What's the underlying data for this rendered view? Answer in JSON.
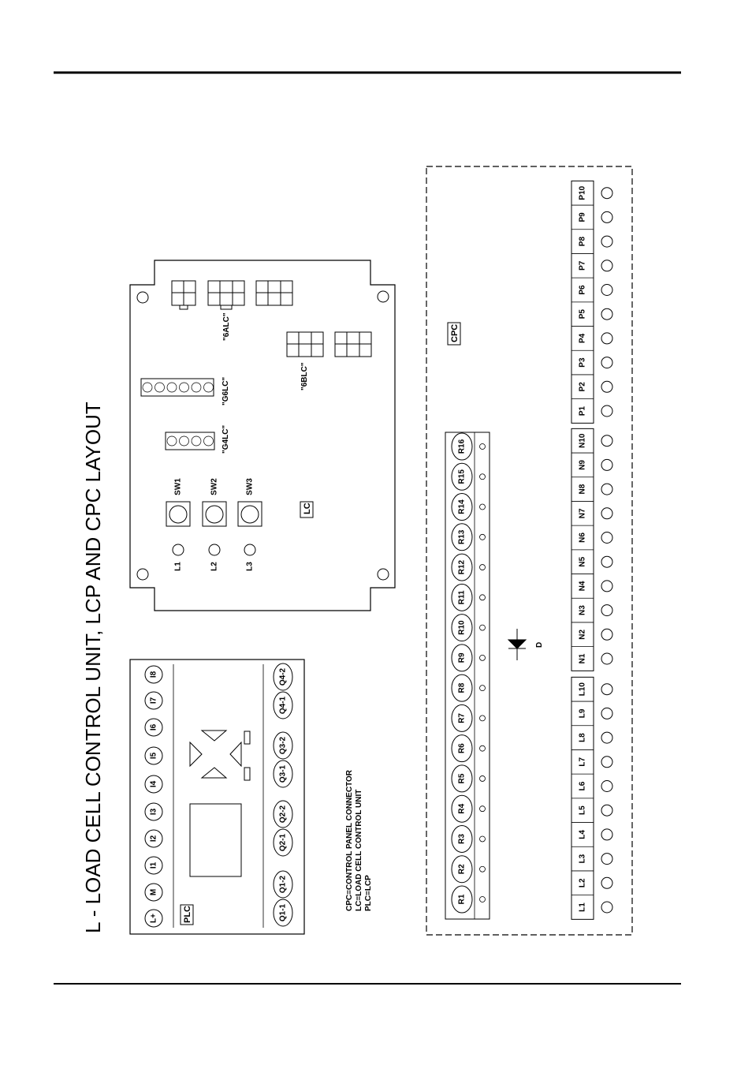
{
  "title": "L - LOAD CELL CONTROL UNIT, LCP AND CPC LAYOUT",
  "legend": [
    "CPC=CONTROL PANEL CONNECTOR",
    "LC=LOAD CELL CONTROL UNIT",
    "PLC=LCP"
  ],
  "plc": {
    "tag": "PLC",
    "inputs": [
      "L+",
      "M",
      "I1",
      "I2",
      "I3",
      "I4",
      "I5",
      "I6",
      "I7",
      "I8"
    ],
    "outputs": [
      "Q1-1",
      "Q1-2",
      "Q2-1",
      "Q2-2",
      "Q3-1",
      "Q3-2",
      "Q4-1",
      "Q4-2"
    ]
  },
  "lc": {
    "tag": "LC",
    "leds": [
      "L1",
      "L2",
      "L3"
    ],
    "switches": [
      "SW1",
      "SW2",
      "SW3"
    ],
    "connector_labels": [
      "\"G4LC\"",
      "\"G6LC\"",
      "\"6ALC\"",
      "\"6BLC\""
    ]
  },
  "cpc": {
    "tag": "CPC",
    "relays": [
      "R1",
      "R2",
      "R3",
      "R4",
      "R5",
      "R6",
      "R7",
      "R8",
      "R9",
      "R10",
      "R11",
      "R12",
      "R13",
      "R14",
      "R15",
      "R16"
    ],
    "diode": "D",
    "l_terminals": [
      "L1",
      "L2",
      "L3",
      "L4",
      "L5",
      "L6",
      "L7",
      "L8",
      "L9",
      "L10"
    ],
    "n_terminals": [
      "N1",
      "N2",
      "N3",
      "N4",
      "N5",
      "N6",
      "N7",
      "N8",
      "N9",
      "N10"
    ],
    "p_terminals": [
      "P1",
      "P2",
      "P3",
      "P4",
      "P5",
      "P6",
      "P7",
      "P8",
      "P9",
      "P10"
    ]
  }
}
